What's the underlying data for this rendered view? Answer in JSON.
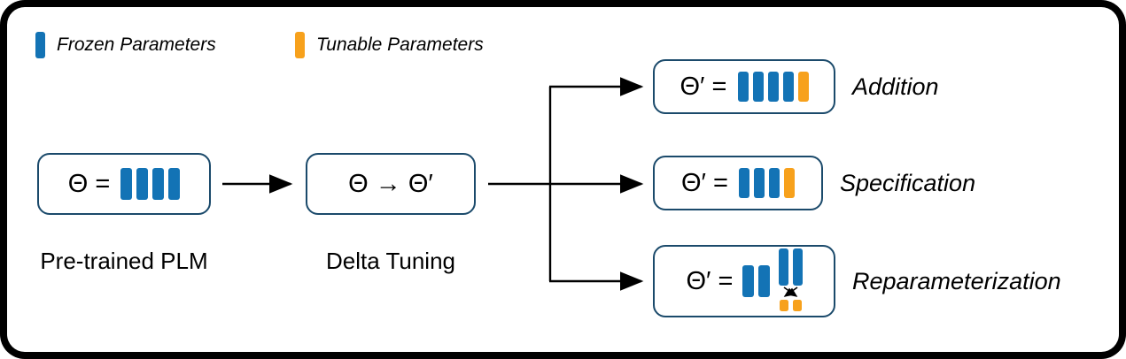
{
  "colors": {
    "frozen": "#1373B5",
    "tunable": "#F7A11C",
    "box_border": "#1B4A6B",
    "arrow": "#000000",
    "text": "#000000"
  },
  "legend": {
    "frozen_swatch": [
      "frozen"
    ],
    "frozen_label": "Frozen Parameters",
    "tunable_swatch": [
      "tunable"
    ],
    "tunable_label": "Tunable Parameters"
  },
  "pretrained": {
    "formula": "Θ =",
    "bars": [
      "frozen",
      "frozen",
      "frozen",
      "frozen"
    ],
    "caption": "Pre-trained PLM"
  },
  "delta": {
    "formula": "Θ → Θ′",
    "caption": "Delta Tuning"
  },
  "branches": [
    {
      "formula": "Θ′ =",
      "bars": [
        "frozen",
        "frozen",
        "frozen",
        "frozen",
        "tunable"
      ],
      "label": "Addition"
    },
    {
      "formula": "Θ′ =",
      "bars": [
        "frozen",
        "frozen",
        "frozen",
        "tunable"
      ],
      "label": "Specification"
    },
    {
      "formula": "Θ′ =",
      "left_bars": [
        "frozen",
        "frozen"
      ],
      "tall_bars": [
        "frozen",
        "frozen"
      ],
      "small_bars": [
        "tunable",
        "tunable"
      ],
      "label": "Reparameterization"
    }
  ]
}
